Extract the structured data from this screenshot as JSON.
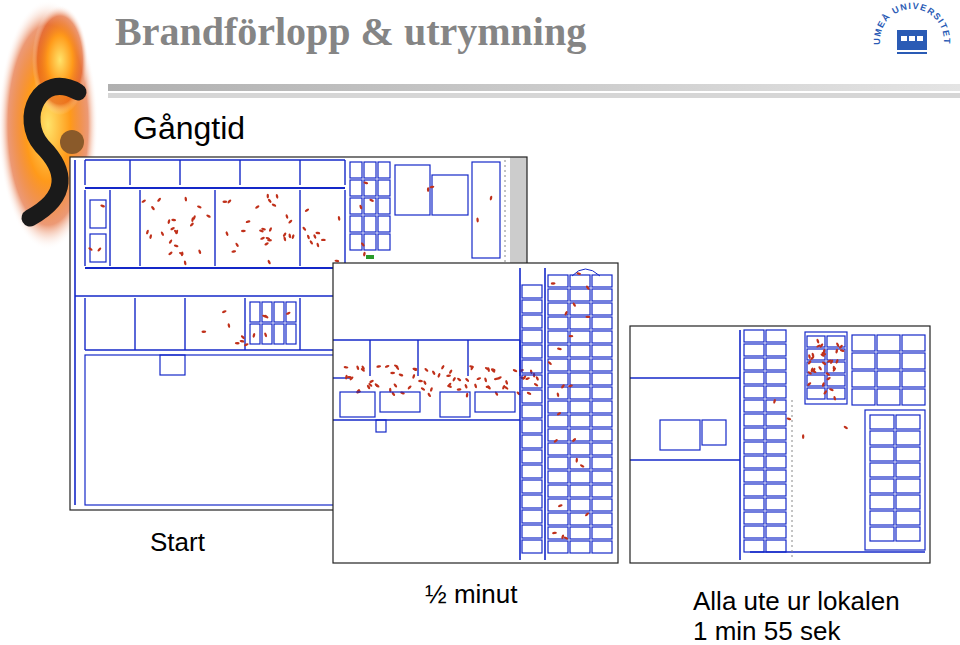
{
  "diagram": {
    "title": "Brandförlopp & utrymning",
    "labels": [
      "Gångtid",
      "Start",
      "½ minut",
      "Alla ute ur lokalen 1 min 55 sek",
      "UMEÅ UNIVERSITET"
    ]
  }
}
